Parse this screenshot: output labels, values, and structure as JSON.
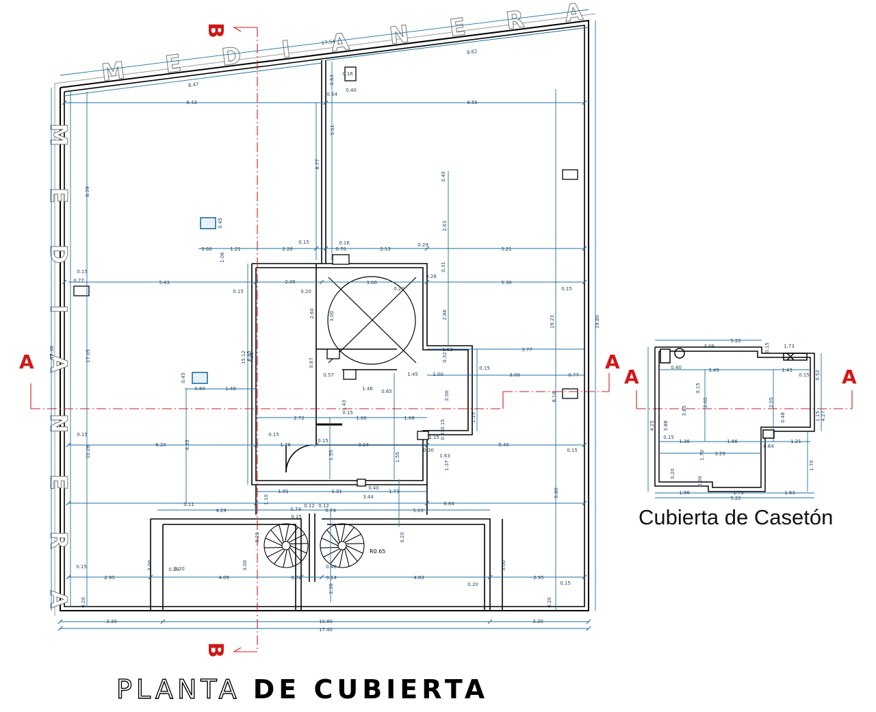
{
  "drawing": {
    "title_light": "PLANTA",
    "title_bold": "DE CUBIERTA",
    "inset_title": "Cubierta de Casetón",
    "wall_watermark": "MEDIANERA",
    "section_marks": {
      "vertical": "B",
      "horizontal": "A"
    },
    "stair_radius_label": "R0.65",
    "colors": {
      "wall": "#000000",
      "dimension": "#1c6e9c",
      "section": "#d01818"
    }
  },
  "dimensions": {
    "top_slanted": [
      "17.54",
      "8.62",
      "8.47"
    ],
    "top_row": [
      "8.43",
      "8.55",
      "0.64",
      "0.40",
      "0.16",
      "0.54"
    ],
    "verticals": [
      "8.39",
      "8.77",
      "5.51",
      "17.38",
      "17.05",
      "15.12",
      "7.25",
      "6.95",
      "10.26",
      "19.23",
      "19.80",
      "8.10",
      "6.86",
      "4.35",
      "2.63",
      "2.86",
      "0.40",
      "0.31",
      "3.00",
      "2.60",
      "2.00",
      "1.55",
      "1.55",
      "1.37",
      "3.00",
      "3.00",
      "3.00",
      "2.30"
    ],
    "row_1": [
      "0.60",
      "1.21",
      "2.20",
      "0.15",
      "0.16",
      "0.76",
      "2.13",
      "0.29",
      "5.21",
      "1.06",
      "0.45"
    ],
    "row_2": [
      "0.15",
      "0.77",
      "5.43",
      "2.05",
      "3.00",
      "5.30",
      "0.15",
      "0.15",
      "0.20",
      "0.20",
      "0.28"
    ],
    "row_3": [
      "3.77",
      "1.53",
      "0.15",
      "0.32",
      "1.45",
      "1.00",
      "3.00",
      "0.77",
      "0.67",
      "0.57",
      "1.46",
      "0.65",
      "0.60",
      "1.49",
      "0.45"
    ],
    "row_4": [
      "2.72",
      "0.15",
      "1.00",
      "1.68",
      "1.15",
      "0.15",
      "0.33",
      "1.15",
      "1.43"
    ],
    "row_5": [
      "0.15",
      "0.15",
      "6.20",
      "1.76",
      "3.14",
      "5.40",
      "0.15",
      "0.15",
      "0.30",
      "1.63"
    ],
    "row_6": [
      "1.91",
      "1.31",
      "0.40",
      "1.73",
      "3.44",
      "0.11",
      "8.84",
      "1.10"
    ],
    "row_7": [
      "4.29",
      "0.74",
      "0.12",
      "0.12",
      "0.74",
      "5.03",
      "0.15",
      "0.20",
      "0.20",
      "0.20"
    ],
    "row_8": [
      "0.15",
      "2.95",
      "0.20",
      "4.09",
      "0.74",
      "0.14",
      "4.83",
      "0.20",
      "2.95",
      "0.15",
      "0.40",
      "0.20",
      "0.20"
    ],
    "bottom": [
      "3.30",
      "10.80",
      "3.30",
      "17.40"
    ],
    "inset_top": [
      "5.22",
      "3.49",
      "1.73",
      "0.40",
      "3.49",
      "1.43",
      "0.15",
      "0.15",
      "0.52"
    ],
    "inset_mid": [
      "0.15",
      "1.36",
      "1.66",
      "0.64",
      "1.21",
      "1.70",
      "3.29",
      "0.48",
      "4.25",
      "3.88",
      "3.85",
      "2.05",
      "2.05",
      "1.15",
      "4.27",
      "0.30",
      "0.15",
      "0.20",
      "1.70"
    ],
    "inset_bottom": [
      "1.86",
      "1.73",
      "1.63",
      "5.22"
    ]
  }
}
